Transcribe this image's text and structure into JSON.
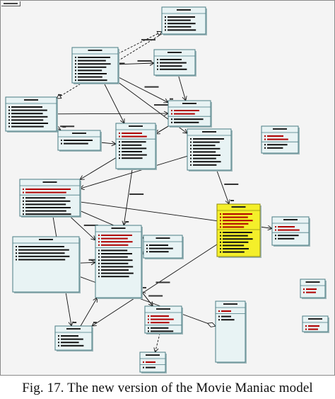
{
  "caption": "Fig. 17. The new version of the Movie Maniac model",
  "colors": {
    "class_fill": "#e8f3f4",
    "class_border": "#4a7d84",
    "class_shadow": "#9fb7ba",
    "highlight_fill": "#f4ef2a",
    "highlight_border": "#8f8a10",
    "text_dark": "#111111",
    "text_red": "#b00000",
    "edge": "#111111"
  },
  "diagram": {
    "classes": [
      {
        "id": "c1",
        "attrs": [
          {
            "kind": "n"
          },
          {
            "kind": "n"
          },
          {
            "kind": "n"
          },
          {
            "kind": "n"
          },
          {
            "kind": "n"
          }
        ],
        "ops": []
      },
      {
        "id": "c2",
        "attrs": [
          {
            "kind": "n"
          },
          {
            "kind": "n"
          },
          {
            "kind": "n"
          },
          {
            "kind": "n"
          },
          {
            "kind": "n"
          },
          {
            "kind": "n"
          },
          {
            "kind": "n"
          },
          {
            "kind": "n"
          }
        ],
        "ops": []
      },
      {
        "id": "c3",
        "attrs": [
          {
            "kind": "n"
          },
          {
            "kind": "n"
          },
          {
            "kind": "n"
          },
          {
            "kind": "n"
          }
        ],
        "ops": []
      },
      {
        "id": "c4",
        "attrs": [
          {
            "kind": "n"
          },
          {
            "kind": "n"
          },
          {
            "kind": "n"
          },
          {
            "kind": "n"
          },
          {
            "kind": "n"
          },
          {
            "kind": "n"
          },
          {
            "kind": "n"
          }
        ],
        "ops": []
      },
      {
        "id": "c5",
        "attrs": [
          {
            "kind": "n"
          },
          {
            "kind": "n"
          }
        ],
        "ops": []
      },
      {
        "id": "c6",
        "attrs": [
          {
            "kind": "r"
          },
          {
            "kind": "r"
          }
        ],
        "ops": [
          {
            "kind": "n"
          },
          {
            "kind": "n"
          },
          {
            "kind": "n"
          },
          {
            "kind": "n"
          },
          {
            "kind": "n"
          }
        ]
      },
      {
        "id": "c7",
        "attrs": [
          {
            "kind": "r"
          },
          {
            "kind": "r"
          }
        ],
        "ops": [
          {
            "kind": "n"
          },
          {
            "kind": "n"
          },
          {
            "kind": "n"
          },
          {
            "kind": "n"
          },
          {
            "kind": "n"
          },
          {
            "kind": "n"
          }
        ]
      },
      {
        "id": "c8",
        "attrs": [
          {
            "kind": "r"
          },
          {
            "kind": "r"
          }
        ],
        "ops": [
          {
            "kind": "n"
          },
          {
            "kind": "n"
          }
        ]
      },
      {
        "id": "c9",
        "attrs": [
          {
            "kind": "n"
          },
          {
            "kind": "n"
          },
          {
            "kind": "n"
          },
          {
            "kind": "n"
          },
          {
            "kind": "n"
          },
          {
            "kind": "n"
          },
          {
            "kind": "n"
          },
          {
            "kind": "n"
          },
          {
            "kind": "n"
          }
        ],
        "ops": []
      },
      {
        "id": "c10",
        "attrs": [
          {
            "kind": "r"
          },
          {
            "kind": "r"
          }
        ],
        "ops": [
          {
            "kind": "n"
          },
          {
            "kind": "n"
          },
          {
            "kind": "n"
          },
          {
            "kind": "n"
          },
          {
            "kind": "n"
          },
          {
            "kind": "n"
          },
          {
            "kind": "n"
          },
          {
            "kind": "n"
          },
          {
            "kind": "n"
          },
          {
            "kind": "n"
          },
          {
            "kind": "n"
          },
          {
            "kind": "n"
          }
        ]
      },
      {
        "id": "c11",
        "attrs": [
          {
            "kind": "r"
          },
          {
            "kind": "r"
          },
          {
            "kind": "r"
          },
          {
            "kind": "r"
          }
        ],
        "ops": [
          {
            "kind": "n"
          },
          {
            "kind": "n"
          },
          {
            "kind": "n"
          },
          {
            "kind": "n"
          },
          {
            "kind": "n"
          },
          {
            "kind": "n"
          },
          {
            "kind": "n"
          },
          {
            "kind": "n"
          },
          {
            "kind": "n"
          }
        ]
      },
      {
        "id": "c12",
        "attrs": [
          {
            "kind": "n"
          },
          {
            "kind": "n"
          },
          {
            "kind": "n"
          }
        ],
        "ops": []
      },
      {
        "id": "c13",
        "attrs": [
          {
            "kind": "r"
          },
          {
            "kind": "r"
          },
          {
            "kind": "r"
          },
          {
            "kind": "r"
          },
          {
            "kind": "r"
          }
        ],
        "ops": [
          {
            "kind": "n"
          },
          {
            "kind": "n"
          },
          {
            "kind": "n"
          },
          {
            "kind": "n"
          },
          {
            "kind": "n"
          },
          {
            "kind": "n"
          },
          {
            "kind": "n"
          },
          {
            "kind": "n"
          },
          {
            "kind": "n"
          }
        ]
      },
      {
        "id": "c14",
        "attrs": [
          {
            "kind": "n"
          },
          {
            "kind": "n"
          },
          {
            "kind": "n"
          },
          {
            "kind": "n"
          },
          {
            "kind": "n"
          }
        ],
        "ops": []
      },
      {
        "id": "c15",
        "attrs": [
          {
            "kind": "r"
          },
          {
            "kind": "r"
          }
        ],
        "ops": [
          {
            "kind": "n"
          },
          {
            "kind": "n"
          }
        ]
      },
      {
        "id": "c16",
        "attrs": [
          {
            "kind": "n"
          },
          {
            "kind": "n"
          },
          {
            "kind": "n"
          },
          {
            "kind": "n"
          },
          {
            "kind": "n"
          }
        ],
        "ops": []
      },
      {
        "id": "c17",
        "attrs": [
          {
            "kind": "r"
          },
          {
            "kind": "r"
          },
          {
            "kind": "r"
          }
        ],
        "ops": [
          {
            "kind": "n"
          },
          {
            "kind": "n"
          },
          {
            "kind": "n"
          },
          {
            "kind": "n"
          },
          {
            "kind": "n"
          },
          {
            "kind": "n"
          },
          {
            "kind": "n"
          },
          {
            "kind": "n"
          }
        ]
      },
      {
        "id": "c18",
        "attrs": [
          {
            "kind": "r"
          }
        ],
        "ops": [
          {
            "kind": "n"
          },
          {
            "kind": "n"
          }
        ]
      },
      {
        "id": "c19",
        "attrs": [
          {
            "kind": "r"
          }
        ],
        "ops": [
          {
            "kind": "n"
          }
        ]
      },
      {
        "id": "c20",
        "attrs": [
          {
            "kind": "r"
          },
          {
            "kind": "r"
          }
        ],
        "ops": []
      },
      {
        "id": "c21",
        "attrs": [
          {
            "kind": "r"
          },
          {
            "kind": "r"
          }
        ],
        "ops": []
      }
    ],
    "edges": [
      {
        "from": "c1",
        "to": "c4",
        "style": "dashed",
        "arrow": "hollow"
      },
      {
        "from": "c2",
        "to": "c1",
        "style": "dashed",
        "arrow": "hollow"
      },
      {
        "from": "c2",
        "to": "c3",
        "style": "solid",
        "arrow": "open"
      },
      {
        "from": "c2",
        "to": "c6",
        "style": "solid",
        "arrow": "open"
      },
      {
        "from": "c3",
        "to": "c6",
        "style": "solid",
        "arrow": "open"
      },
      {
        "from": "c4",
        "to": "c6",
        "style": "solid",
        "arrow": "open"
      },
      {
        "from": "c4",
        "to": "c5",
        "style": "solid",
        "arrow": "open"
      },
      {
        "from": "c5",
        "to": "c7",
        "style": "solid",
        "arrow": "open"
      },
      {
        "from": "c6",
        "to": "c7",
        "style": "solid",
        "arrow": "open"
      },
      {
        "from": "c6",
        "to": "c10",
        "style": "solid",
        "arrow": "open"
      },
      {
        "from": "c7",
        "to": "c11",
        "style": "solid",
        "arrow": "open"
      },
      {
        "from": "c9",
        "to": "c10",
        "style": "solid",
        "arrow": "open"
      },
      {
        "from": "c2",
        "to": "c9",
        "style": "solid",
        "arrow": "open"
      },
      {
        "from": "c9",
        "to": "c13",
        "style": "solid",
        "arrow": "open"
      },
      {
        "from": "c12",
        "to": "c11",
        "style": "solid",
        "arrow": "open"
      },
      {
        "from": "c10",
        "to": "c11",
        "style": "solid",
        "arrow": "open"
      },
      {
        "from": "c10",
        "to": "c12",
        "style": "solid",
        "arrow": "open"
      },
      {
        "from": "c13",
        "to": "c16",
        "style": "solid",
        "arrow": "open"
      },
      {
        "from": "c10",
        "to": "c16",
        "style": "solid",
        "arrow": "open"
      },
      {
        "from": "c10",
        "to": "c15",
        "style": "solid",
        "arrow": "open"
      },
      {
        "from": "c16",
        "to": "c11",
        "style": "solid",
        "arrow": "open"
      },
      {
        "from": "c17",
        "to": "c11",
        "style": "solid",
        "arrow": "open"
      },
      {
        "from": "c11",
        "to": "c17",
        "style": "solid",
        "arrow": "open"
      },
      {
        "from": "c14",
        "to": "c11",
        "style": "solid",
        "arrow": "open"
      },
      {
        "from": "c14",
        "to": "c18",
        "style": "solid",
        "arrow": "diamond"
      },
      {
        "from": "c17",
        "to": "c19",
        "style": "dashed",
        "arrow": "open"
      },
      {
        "from": "c2",
        "to": "c7",
        "style": "solid",
        "arrow": "open"
      }
    ],
    "edge_labels": [
      {
        "edge": 0
      },
      {
        "edge": 1
      },
      {
        "edge": 2
      },
      {
        "edge": 3
      },
      {
        "edge": 6
      },
      {
        "edge": 10
      },
      {
        "edge": 12
      },
      {
        "edge": 13
      },
      {
        "edge": 15
      },
      {
        "edge": 17
      },
      {
        "edge": 18
      },
      {
        "edge": 21
      },
      {
        "edge": 23
      }
    ]
  }
}
